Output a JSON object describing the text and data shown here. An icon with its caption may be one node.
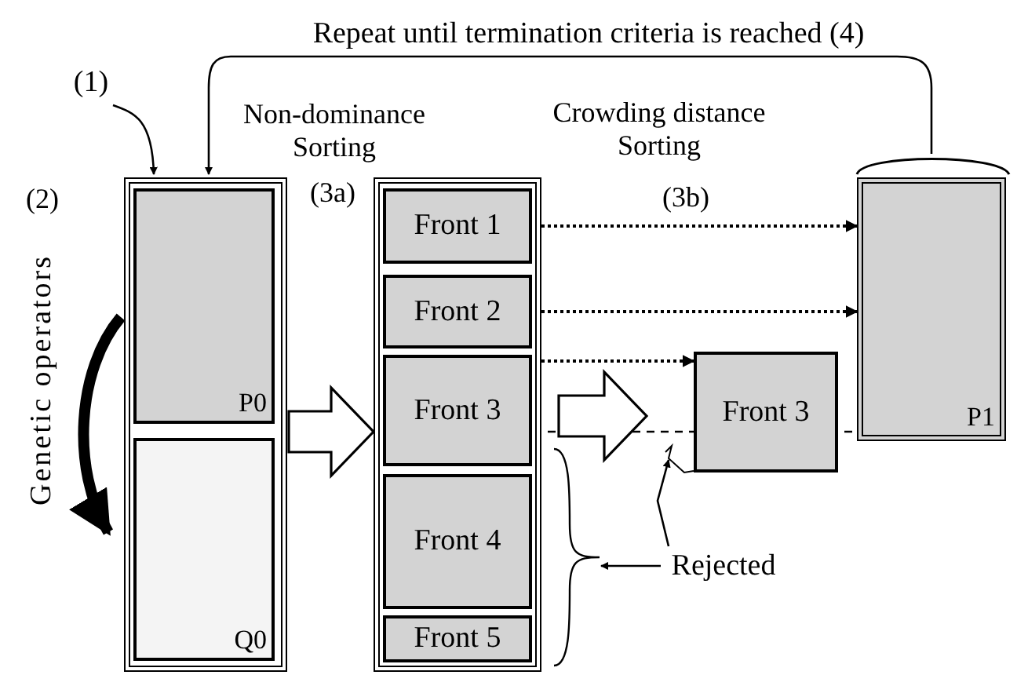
{
  "diagram": {
    "nodes": [
      {
        "text": [],
        "shape": "box"
      },
      {
        "text": [
          "P0"
        ],
        "in": 0
      },
      {
        "text": [
          "Q0"
        ],
        "in": 0
      },
      {
        "text": [],
        "shape": "box"
      },
      {
        "text": [
          "Front 1"
        ],
        "in": 3
      },
      {
        "text": [
          "Front 2"
        ],
        "in": 3
      },
      {
        "text": [
          "Front 3"
        ],
        "in": 3
      },
      {
        "text": [
          "Front 4"
        ],
        "in": 3
      },
      {
        "text": [
          "Front 5"
        ],
        "in": 3
      },
      {
        "text": [
          "Front 3"
        ]
      },
      {
        "text": [
          "P1"
        ]
      },
      {
        "text": [
          "Rejected"
        ]
      },
      {
        "text": [
          "(1)"
        ]
      },
      {
        "text": [],
        "shape": "bracket"
      }
    ],
    "edges": [
      {
        "from": 12,
        "to": 0,
        "arrow": "to"
      },
      {
        "from": 10,
        "to": 0,
        "arrow": "to",
        "label": "Repeat until termination criteria is reached (4)"
      },
      {
        "from": 1,
        "to": 2,
        "arrow": "to",
        "label": "Genetic operators",
        "style": "thick"
      },
      {
        "from": 0,
        "to": 3,
        "arrow": "to",
        "style": "thick"
      },
      {
        "from": 4,
        "to": 10,
        "arrow": "to",
        "style": "dashed"
      },
      {
        "from": 5,
        "to": 10,
        "arrow": "to",
        "style": "dashed"
      },
      {
        "from": 6,
        "to": 9,
        "arrow": "to",
        "style": "dashed"
      },
      {
        "from": 6,
        "to": 9,
        "arrow": "to",
        "style": "thick"
      },
      {
        "from": 11,
        "to": 13,
        "arrow": "to"
      },
      {
        "from": 11,
        "to": 9,
        "arrow": "to"
      }
    ],
    "labels": [
      "(2)",
      "Non-dominance Sorting",
      "(3a)",
      "Crowding distance Sorting",
      "(3b)"
    ]
  }
}
